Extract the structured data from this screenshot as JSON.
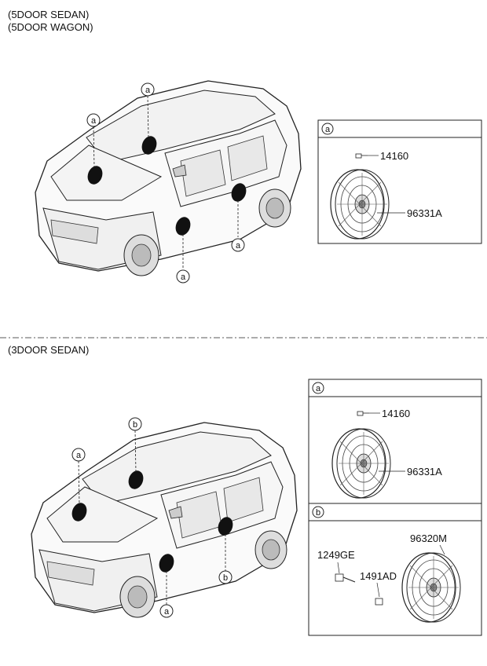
{
  "section_top": {
    "titles": [
      "(5DOOR SEDAN)",
      "(5DOOR WAGON)"
    ],
    "car_callouts": [
      "a",
      "a",
      "a",
      "a"
    ],
    "detail_panel": {
      "header": "a",
      "parts": [
        "14160",
        "96331A"
      ]
    }
  },
  "section_bottom": {
    "title": "(3DOOR SEDAN)",
    "car_callouts": [
      "a",
      "b",
      "a",
      "b"
    ],
    "detail_panel_a": {
      "header": "a",
      "parts": [
        "14160",
        "96331A"
      ]
    },
    "detail_panel_b": {
      "header": "b",
      "parts": [
        "96320M",
        "1249GE",
        "1491AD"
      ]
    }
  }
}
